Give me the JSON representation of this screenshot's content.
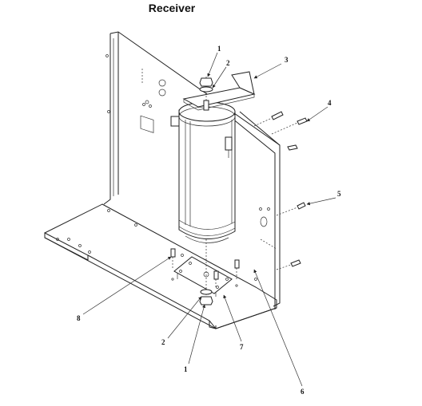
{
  "title": "Receiver",
  "callouts": [
    "1",
    "2",
    "3",
    "4",
    "5",
    "6",
    "7",
    "8",
    "2",
    "1"
  ],
  "colors": {
    "line": "#222222",
    "background": "#ffffff"
  }
}
